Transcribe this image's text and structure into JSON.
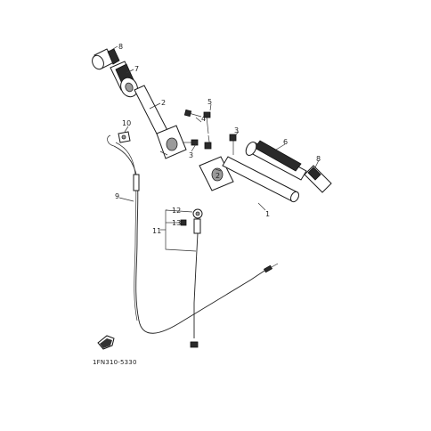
{
  "diagram": {
    "part_code": "1FN310-5330",
    "callouts": {
      "c1": "1",
      "c2a": "2",
      "c2b": "2",
      "c3a": "3",
      "c3b": "3",
      "c4": "4",
      "c5": "5",
      "c6": "6",
      "c7": "7",
      "c8a": "8",
      "c8b": "8",
      "c9": "9",
      "c10": "10",
      "c11": "11",
      "c12": "12",
      "c13": "13"
    }
  },
  "icons": {
    "front_arrow": "front-arrow-icon"
  }
}
